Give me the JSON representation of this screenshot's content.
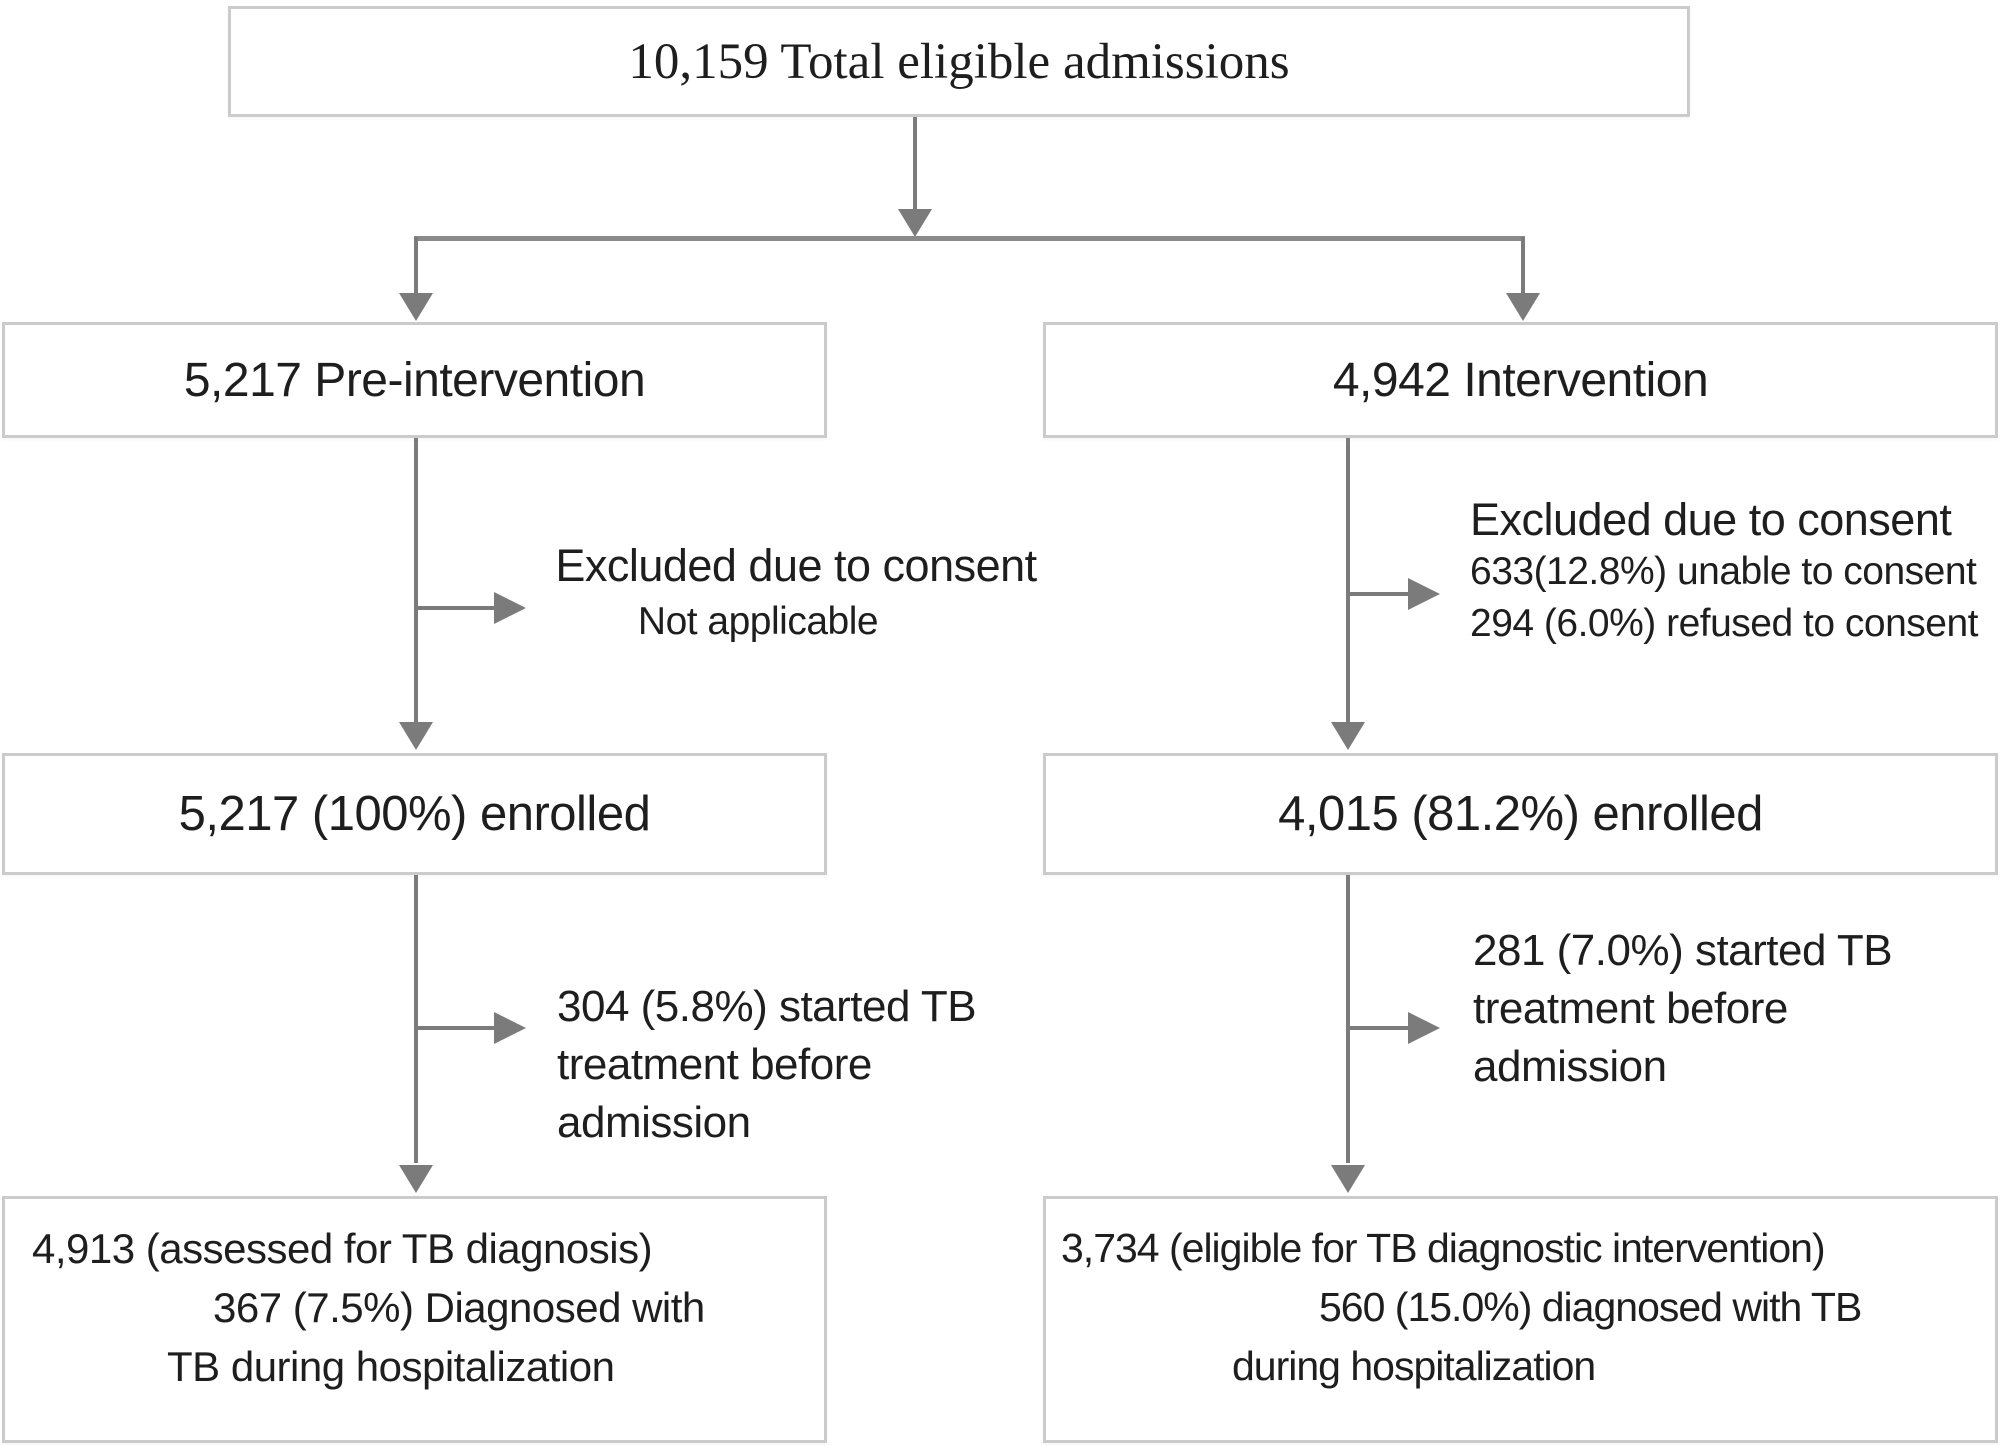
{
  "colors": {
    "background": "#ffffff",
    "box_border": "#cbcbcb",
    "connector": "#7b7b7b",
    "text": "#1e1e1e"
  },
  "flowchart": {
    "top": {
      "label": "10,159 Total eligible admissions"
    },
    "pre": {
      "arm_label": "5,217 Pre-intervention",
      "excluded": {
        "title": "Excluded due to consent",
        "lines": [
          "Not applicable"
        ]
      },
      "enrolled_label": "5,217 (100%) enrolled",
      "pre_treatment": {
        "lines": [
          "304 (5.8%) started TB",
          "treatment before",
          "admission"
        ]
      },
      "outcome": {
        "lines": [
          "4,913 (assessed for TB diagnosis)",
          "367 (7.5%) Diagnosed with",
          "TB during hospitalization"
        ]
      }
    },
    "intervention": {
      "arm_label": "4,942 Intervention",
      "excluded": {
        "title": "Excluded due to consent",
        "lines": [
          "633(12.8%) unable to consent",
          "294 (6.0%) refused to consent"
        ]
      },
      "enrolled_label": "4,015 (81.2%) enrolled",
      "pre_treatment": {
        "lines": [
          "281 (7.0%) started TB",
          "treatment before",
          "admission"
        ]
      },
      "outcome": {
        "lines": [
          "3,734 (eligible for TB diagnostic intervention)",
          "560 (15.0%) diagnosed with TB",
          "during hospitalization"
        ]
      }
    }
  }
}
